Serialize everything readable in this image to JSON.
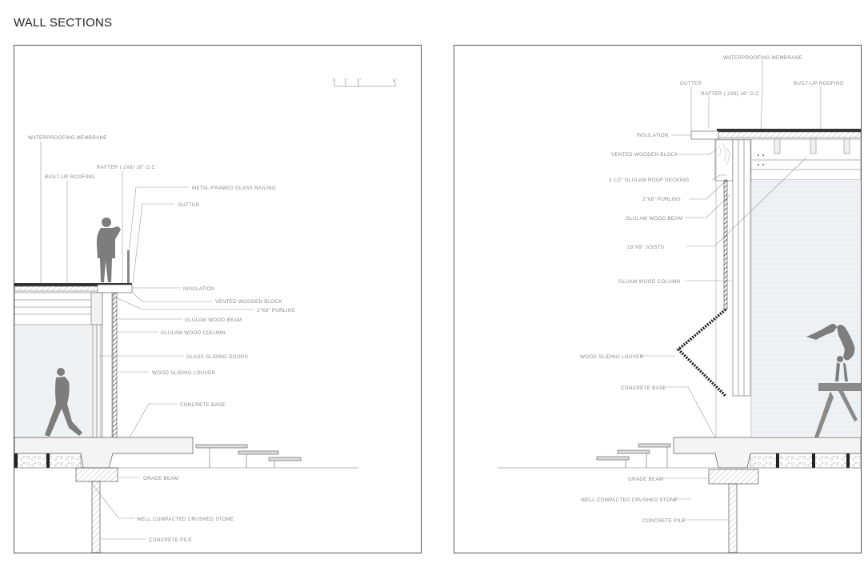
{
  "title": "WALL SECTIONS",
  "scale_bar": {
    "ticks": [
      "0",
      "1'",
      "2'",
      "5'"
    ]
  },
  "left_section": {
    "labels": {
      "waterproofing_membrane": "WATERPROOFING MEMBRANE",
      "built_up_roofing": "BUILT-UP ROOFING",
      "rafter": "RAFTER ( 2X6) 16\" O.C",
      "metal_railing": "METAL-FRAMED GLASS RAILING",
      "gutter": "GUTTER",
      "insulation": "INSULATION",
      "vented_block": "VENTED WOODEN BLOCK",
      "purlins": "2\"X8\" PURLINS",
      "glulam_beam": "GLULAM WOOD BEAM",
      "glulam_column": "GLULAM WOOD COLUMN",
      "glass_doors": "GLASS SLIDING DOORS",
      "louver": "WOOD SLIDING LOUVER",
      "concrete_base": "CONCRETE BASE",
      "grade_beam": "GRADE BEAM",
      "crushed_stone": "WELL COMPACTED CRUSHED STONE",
      "concrete_pile": "CONCRETE PILE"
    }
  },
  "right_section": {
    "labels": {
      "waterproofing_membrane": "WATERPROOFING MEMBRANE",
      "gutter": "GUTTER",
      "rafter": "RAFTER ( 2X6) 16\" O.C",
      "built_up_roofing": "BUILT-UP ROOFING",
      "insulation": "INSULATION",
      "vented_block": "VENTED WOODEN BLOCK",
      "roof_decking": "3 1/2\" GLULAM ROOF DECKING",
      "purlins": "2\"X8\" PURLINS",
      "glulam_beam": "GLULAM WOOD BEAM",
      "joists": "18\"X9\" JOISTS",
      "glulam_column": "GLUAM WOOD COLUMN",
      "louver": "WOOD SLIDING LOUVER",
      "concrete_base": "CONCRETE BASE",
      "grade_beam": "GRADE BEAM",
      "crushed_stone": "WELL COMPACTED CRUSHED STONE",
      "concrete_pile": "CONCRETE PILE"
    }
  },
  "colors": {
    "line": "#555555",
    "label": "#8a8a8a",
    "silhouette": "#7d7d7d",
    "glass": "#eef2f5"
  }
}
